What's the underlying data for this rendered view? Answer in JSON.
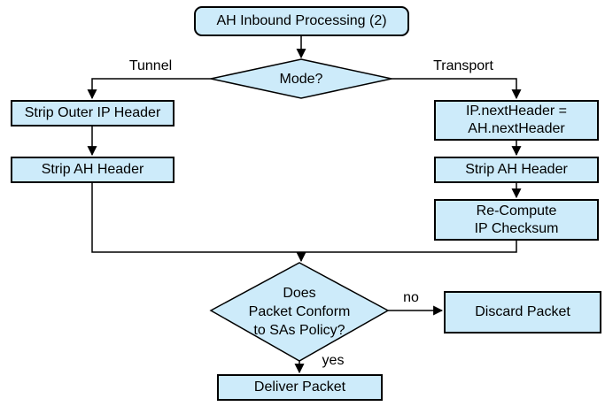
{
  "colors": {
    "node_fill": "#cdebfa",
    "node_border": "#000000",
    "connector": "#000000",
    "text": "#000000",
    "background": "#ffffff"
  },
  "flowchart": {
    "nodes": {
      "start": {
        "label": "AH Inbound Processing (2)",
        "shape": "rounded-rectangle"
      },
      "mode": {
        "label": "Mode?",
        "shape": "diamond"
      },
      "strip_outer_ip": {
        "label": "Strip Outer IP Header",
        "shape": "rectangle"
      },
      "strip_ah_tunnel": {
        "label": "Strip AH Header",
        "shape": "rectangle"
      },
      "ip_next_header": {
        "line1": "IP.nextHeader =",
        "line2": "AH.nextHeader",
        "shape": "rectangle"
      },
      "strip_ah_transport": {
        "label": "Strip AH Header",
        "shape": "rectangle"
      },
      "recompute_checksum": {
        "line1": "Re-Compute",
        "line2": "IP Checksum",
        "shape": "rectangle"
      },
      "policy_check": {
        "line1": "Does",
        "line2": "Packet Conform",
        "line3": "to SAs Policy?",
        "shape": "diamond"
      },
      "discard_packet": {
        "label": "Discard Packet",
        "shape": "rectangle"
      },
      "deliver_packet": {
        "label": "Deliver Packet",
        "shape": "rectangle"
      }
    },
    "edge_labels": {
      "tunnel": "Tunnel",
      "transport": "Transport",
      "no": "no",
      "yes": "yes"
    }
  }
}
